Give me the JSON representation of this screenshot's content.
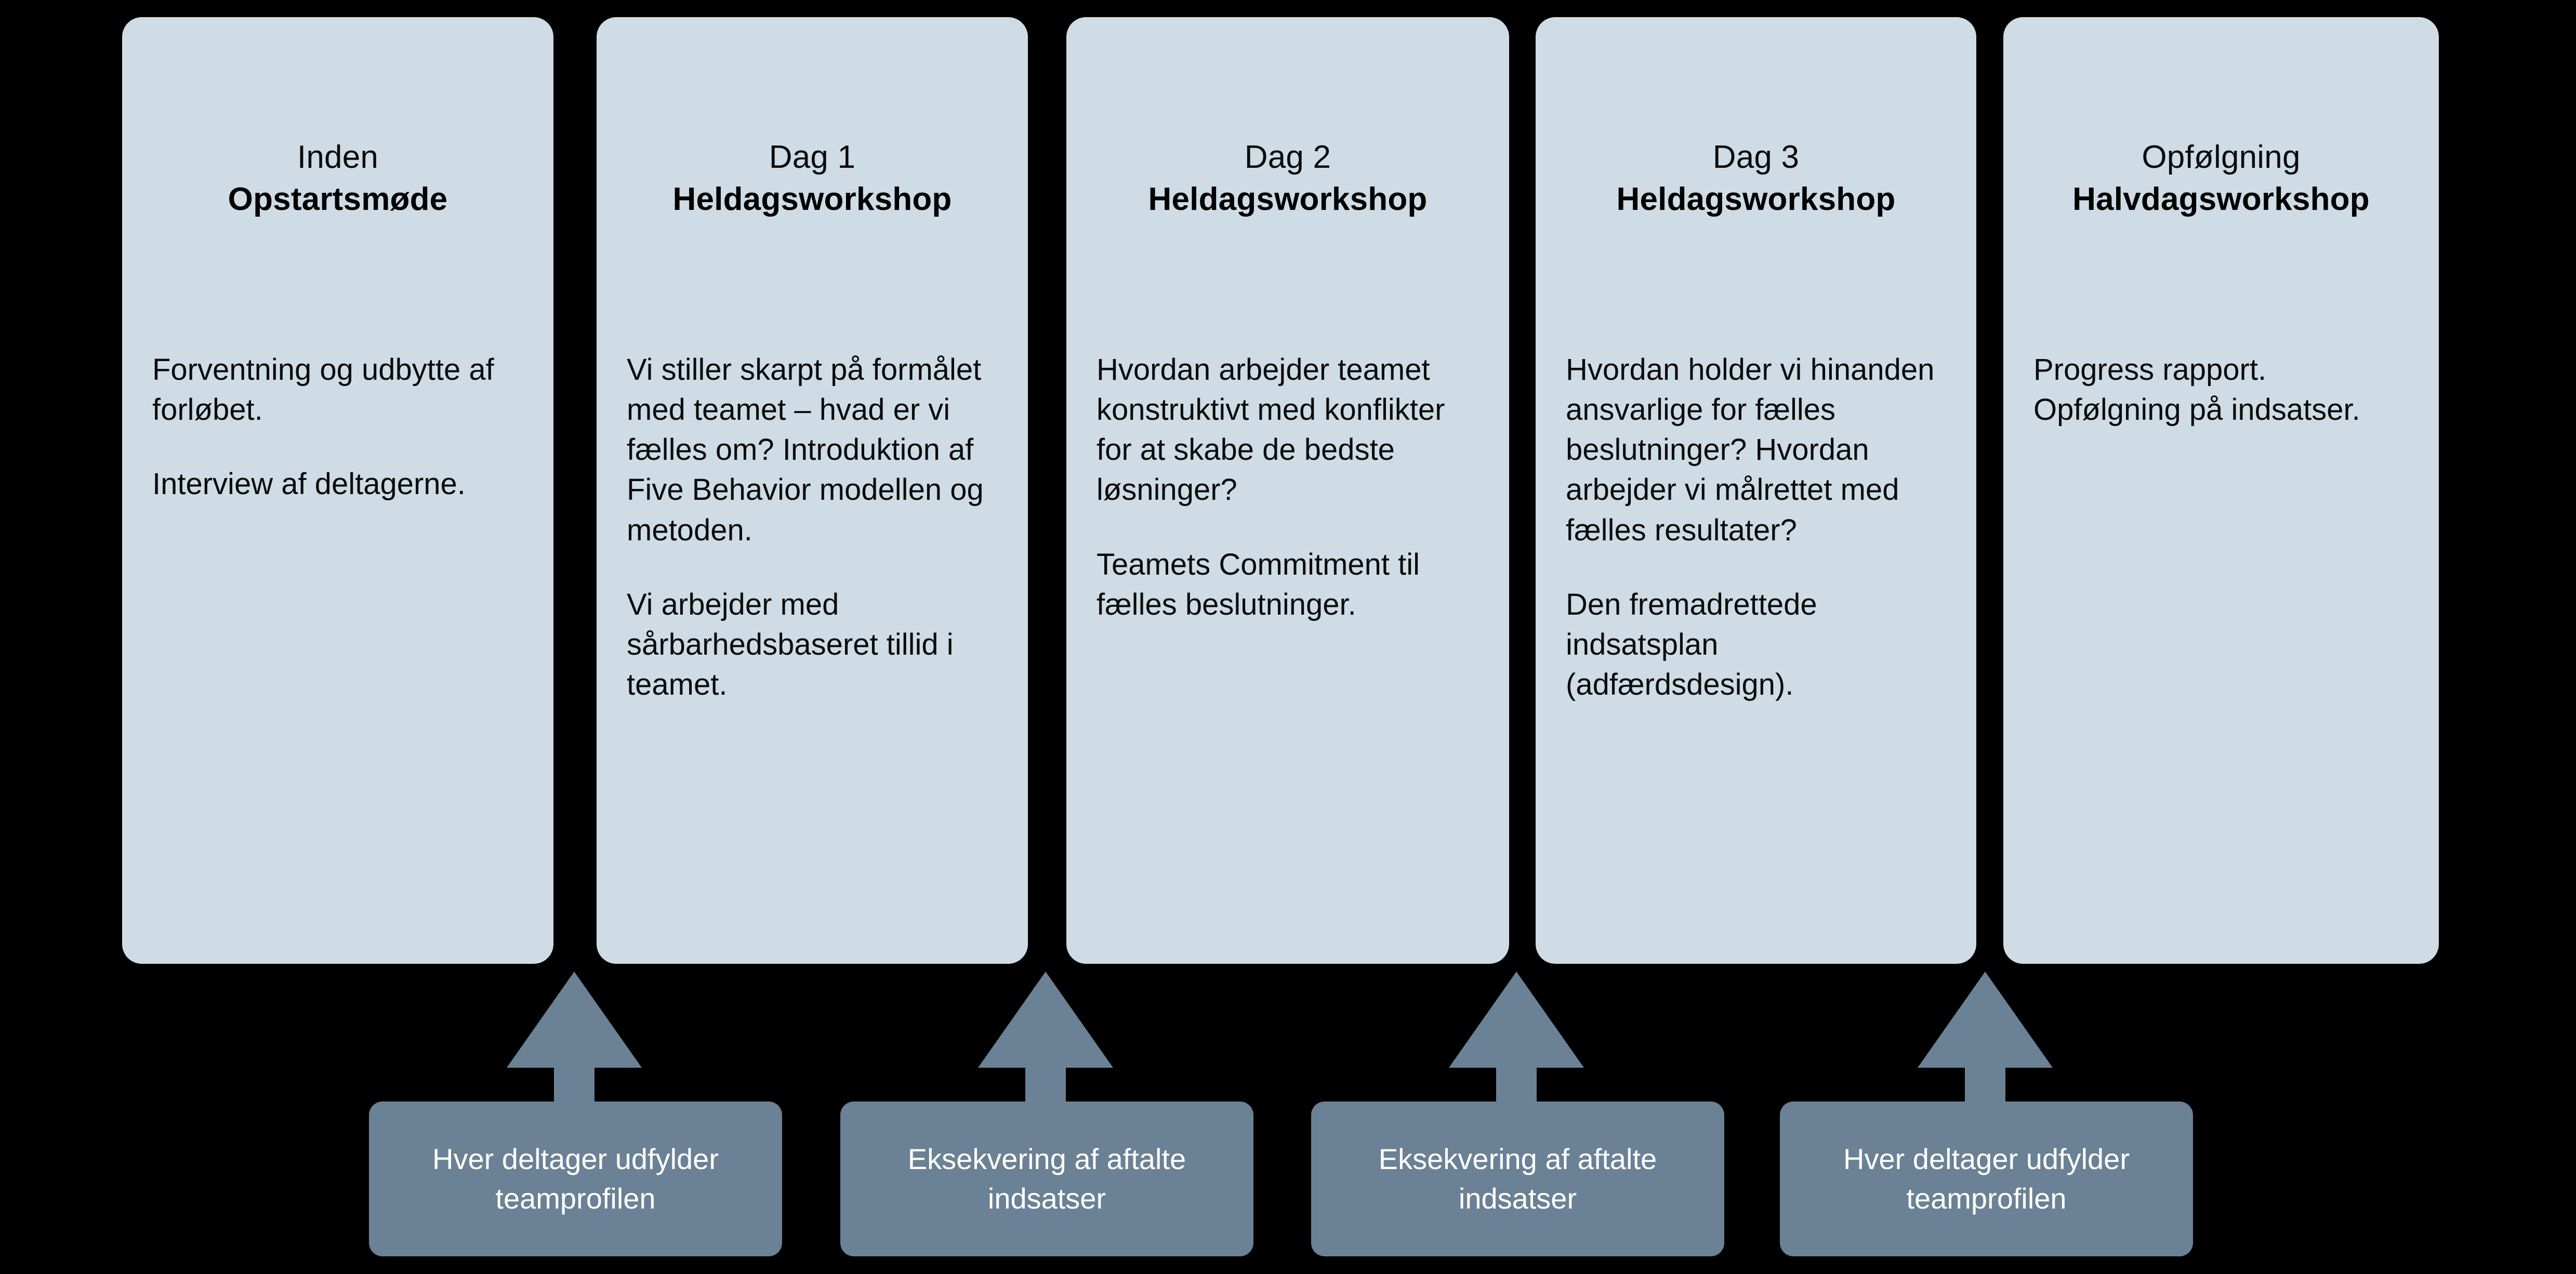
{
  "diagram": {
    "background_color": "#000000",
    "card_color": "#cfdce5",
    "accent_color": "#6b8195",
    "card_text_color": "#0b0b0b",
    "box_text_color": "#ffffff"
  },
  "phases": [
    {
      "phase_label": "Inden",
      "kind_label": "Opstartsmøde",
      "paragraphs": [
        "Forventning og udbytte af forløbet.",
        "Interview af deltagerne."
      ]
    },
    {
      "phase_label": "Dag 1",
      "kind_label": "Heldagsworkshop",
      "paragraphs": [
        "Vi stiller skarpt på formålet med teamet – hvad er vi fælles om? Introduktion af Five Behavior modellen og metoden.",
        "Vi arbejder med sårbarhedsbaseret tillid i teamet."
      ]
    },
    {
      "phase_label": "Dag 2",
      "kind_label": "Heldagsworkshop",
      "paragraphs": [
        "Hvordan arbejder teamet konstruktivt med konflikter for at skabe de bedste løsninger?",
        "Teamets Commitment til fælles beslutninger."
      ]
    },
    {
      "phase_label": "Dag 3",
      "kind_label": "Heldagsworkshop",
      "paragraphs": [
        "Hvordan holder vi hinanden ansvarlige for fælles beslutninger? Hvordan arbejder vi målrettet med fælles resultater?",
        "Den fremadrettede indsatsplan (adfærdsdesign)."
      ]
    },
    {
      "phase_label": "Opfølgning",
      "kind_label": "Halvdagsworkshop",
      "paragraphs": [
        "Progress rapport. Opfølgning på indsatser."
      ]
    }
  ],
  "actions": [
    {
      "label": "Hver deltager udfylder teamprofilen"
    },
    {
      "label": "Eksekvering af aftalte indsatser"
    },
    {
      "label": "Eksekvering af aftalte indsatser"
    },
    {
      "label": "Hver deltager udfylder teamprofilen"
    }
  ]
}
